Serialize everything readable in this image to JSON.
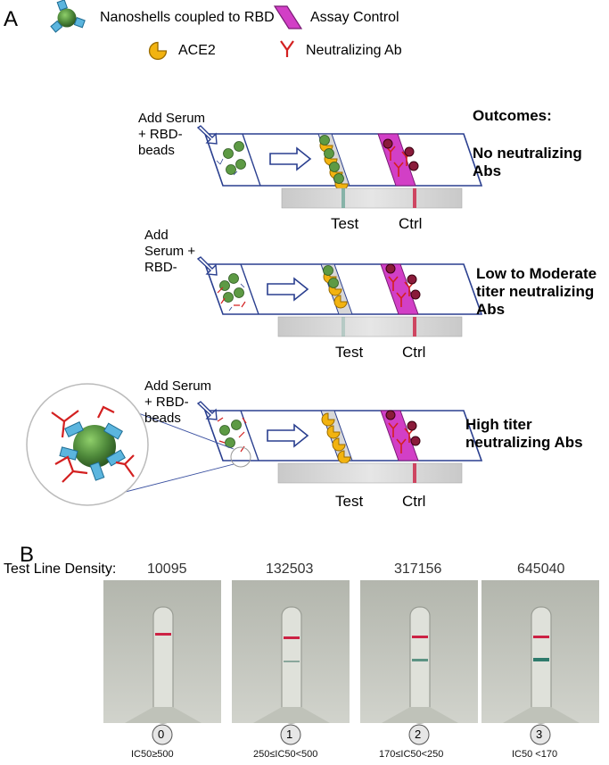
{
  "panels": {
    "a": "A",
    "b": "B"
  },
  "legend": {
    "nanoshells": "Nanoshells coupled to RBD",
    "assay_control": "Assay Control",
    "ace2": "ACE2",
    "neutralizing_ab": "Neutralizing Ab"
  },
  "outcomes_heading": "Outcomes:",
  "scenarios": [
    {
      "step": "Add Serum + RBD-beads",
      "outcome": "No neutralizing Abs",
      "test": "Test",
      "ctrl": "Ctrl"
    },
    {
      "step": "Add Serum + RBD-",
      "outcome": "Low to Moderate titer neutralizing Abs",
      "test": "Test",
      "ctrl": "Ctrl"
    },
    {
      "step": "Add Serum + RBD-beads",
      "outcome": "High titer neutralizing Abs",
      "test": "Test",
      "ctrl": "Ctrl"
    }
  ],
  "density": {
    "label": "Test Line Density:",
    "values": [
      "10095",
      "132503",
      "317156",
      "645040"
    ],
    "scores": [
      "0",
      "1",
      "2",
      "3"
    ],
    "ic50": [
      "IC50≥500",
      "250≤IC50<500",
      "170≤IC50<250",
      "IC50 <170"
    ]
  },
  "colors": {
    "strip_outline": "#2a3f8f",
    "control_band": "#d23fc6",
    "ace2": "#f2b310",
    "nanoshell": "#4f8a3b",
    "antibody": "#d32020",
    "rbd": "#5bb5de",
    "control_line": "#cc2244",
    "test_line": "#3f8f7c"
  }
}
